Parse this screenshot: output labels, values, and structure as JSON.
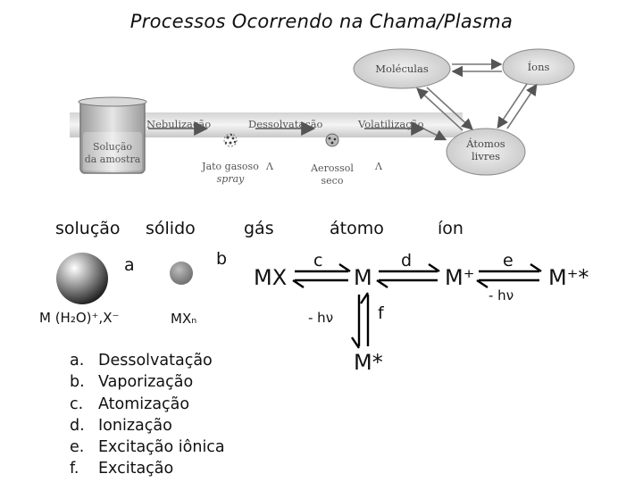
{
  "title": "Processos Ocorrendo na Chama/Plasma",
  "photo": {
    "beaker_label_1": "Solução",
    "beaker_label_2": "da amostra",
    "nebulizacao": "Nebulização",
    "dessolvatacao": "Dessolvatação",
    "volatilizacao": "Volatilização",
    "moleculas": "Moléculas",
    "ions": "Íons",
    "atomos_1": "Átomos",
    "atomos_2": "livres",
    "jato_1": "Jato gasoso",
    "jato_2": "spray",
    "aerossol_1": "Aerossol",
    "aerossol_2": "seco",
    "lambda": "Λ"
  },
  "states": {
    "solucao": "solução",
    "solido": "sólido",
    "gas": "gás",
    "atomo": "átomo",
    "ion": "íon"
  },
  "steps": {
    "a": "a",
    "b": "b",
    "c": "c",
    "d": "d",
    "e": "e",
    "f": "f"
  },
  "species": {
    "solution_formula": "M (H₂O)⁺,X⁻",
    "solid_formula": "MXₙ",
    "mx": "MX",
    "m": "M",
    "m_plus": "M⁺",
    "m_plus_star": "M⁺*",
    "m_star": "M*",
    "minus_hv_1": "- hν",
    "minus_hv_2": "- hν"
  },
  "legend": [
    {
      "letter": "a.",
      "text": "Dessolvatação"
    },
    {
      "letter": "b.",
      "text": "Vaporização"
    },
    {
      "letter": "c.",
      "text": "Atomização"
    },
    {
      "letter": "d.",
      "text": "Ionização"
    },
    {
      "letter": "e.",
      "text": "Excitação iônica"
    },
    {
      "letter": "f.",
      "text": "Excitação"
    }
  ]
}
